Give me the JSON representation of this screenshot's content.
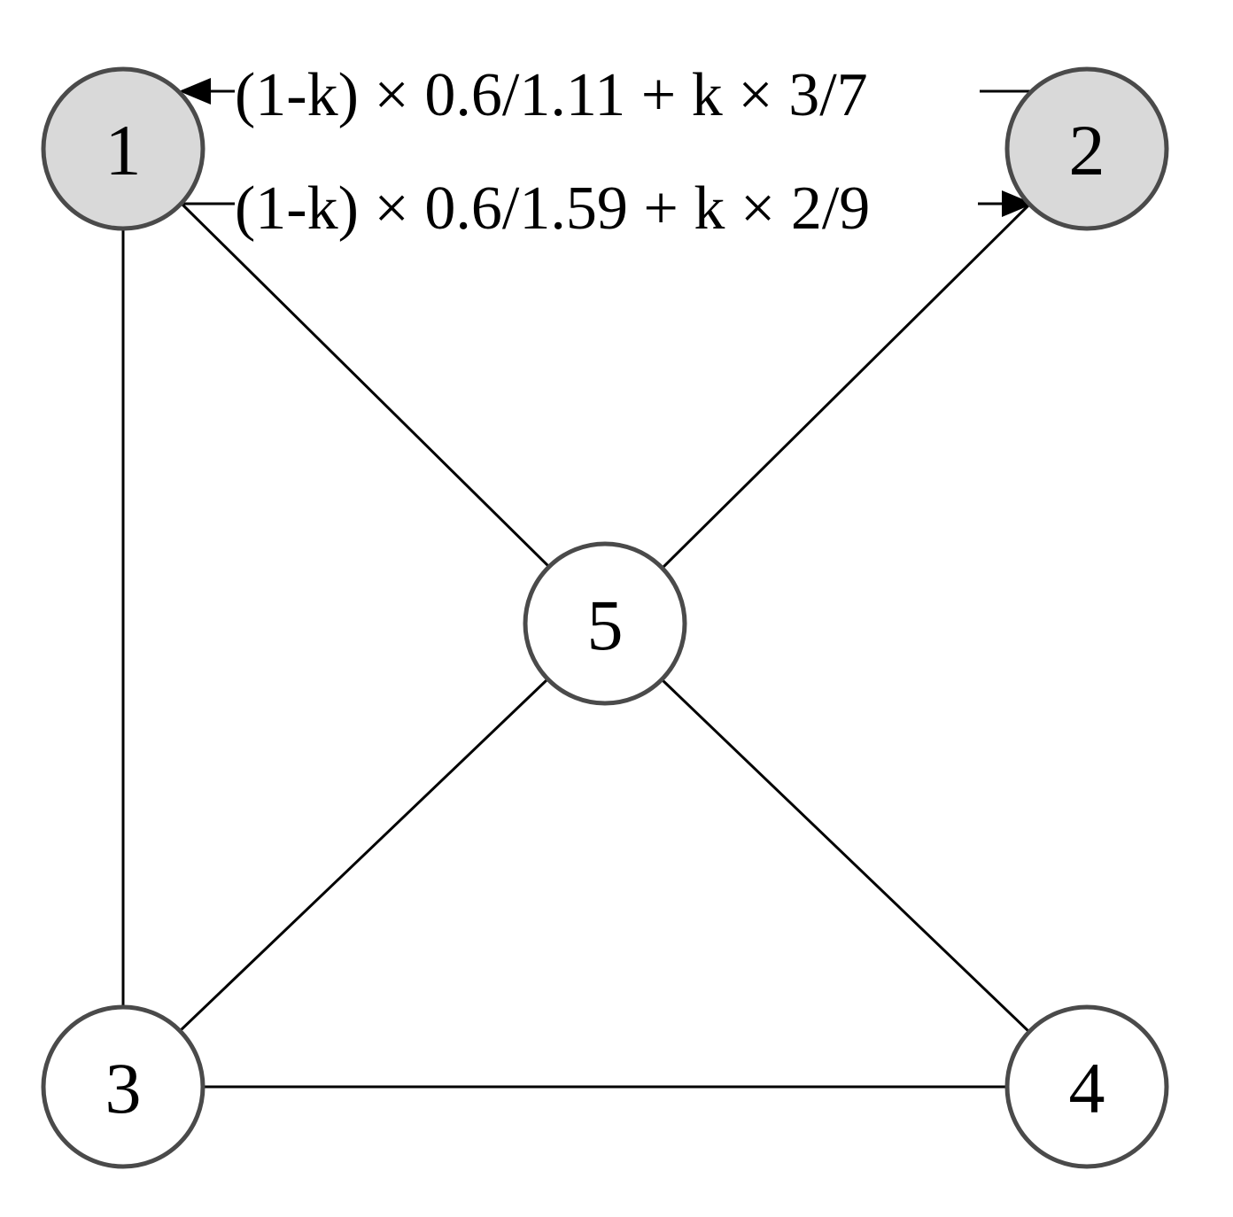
{
  "nodes": [
    {
      "id": "1",
      "label": "1",
      "fill": "#d9d9d9",
      "stroke": "#4a4a4a"
    },
    {
      "id": "2",
      "label": "2",
      "fill": "#d9d9d9",
      "stroke": "#4a4a4a"
    },
    {
      "id": "3",
      "label": "3",
      "fill": "#ffffff",
      "stroke": "#4a4a4a"
    },
    {
      "id": "4",
      "label": "4",
      "fill": "#ffffff",
      "stroke": "#4a4a4a"
    },
    {
      "id": "5",
      "label": "5",
      "fill": "#ffffff",
      "stroke": "#4a4a4a"
    }
  ],
  "edges": [
    {
      "from": "1",
      "to": "3"
    },
    {
      "from": "1",
      "to": "5"
    },
    {
      "from": "2",
      "to": "5"
    },
    {
      "from": "3",
      "to": "5"
    },
    {
      "from": "4",
      "to": "5"
    },
    {
      "from": "3",
      "to": "4"
    }
  ],
  "directed_edges": [
    {
      "from": "2",
      "to": "1",
      "label": "(1-k) × 0.6/1.11 + k × 3/7"
    },
    {
      "from": "1",
      "to": "2",
      "label": "(1-k) × 0.6/1.59 + k × 2/9"
    }
  ],
  "colors": {
    "line": "#000000",
    "node_border": "#4a4a4a",
    "highlight_fill": "#d9d9d9"
  }
}
